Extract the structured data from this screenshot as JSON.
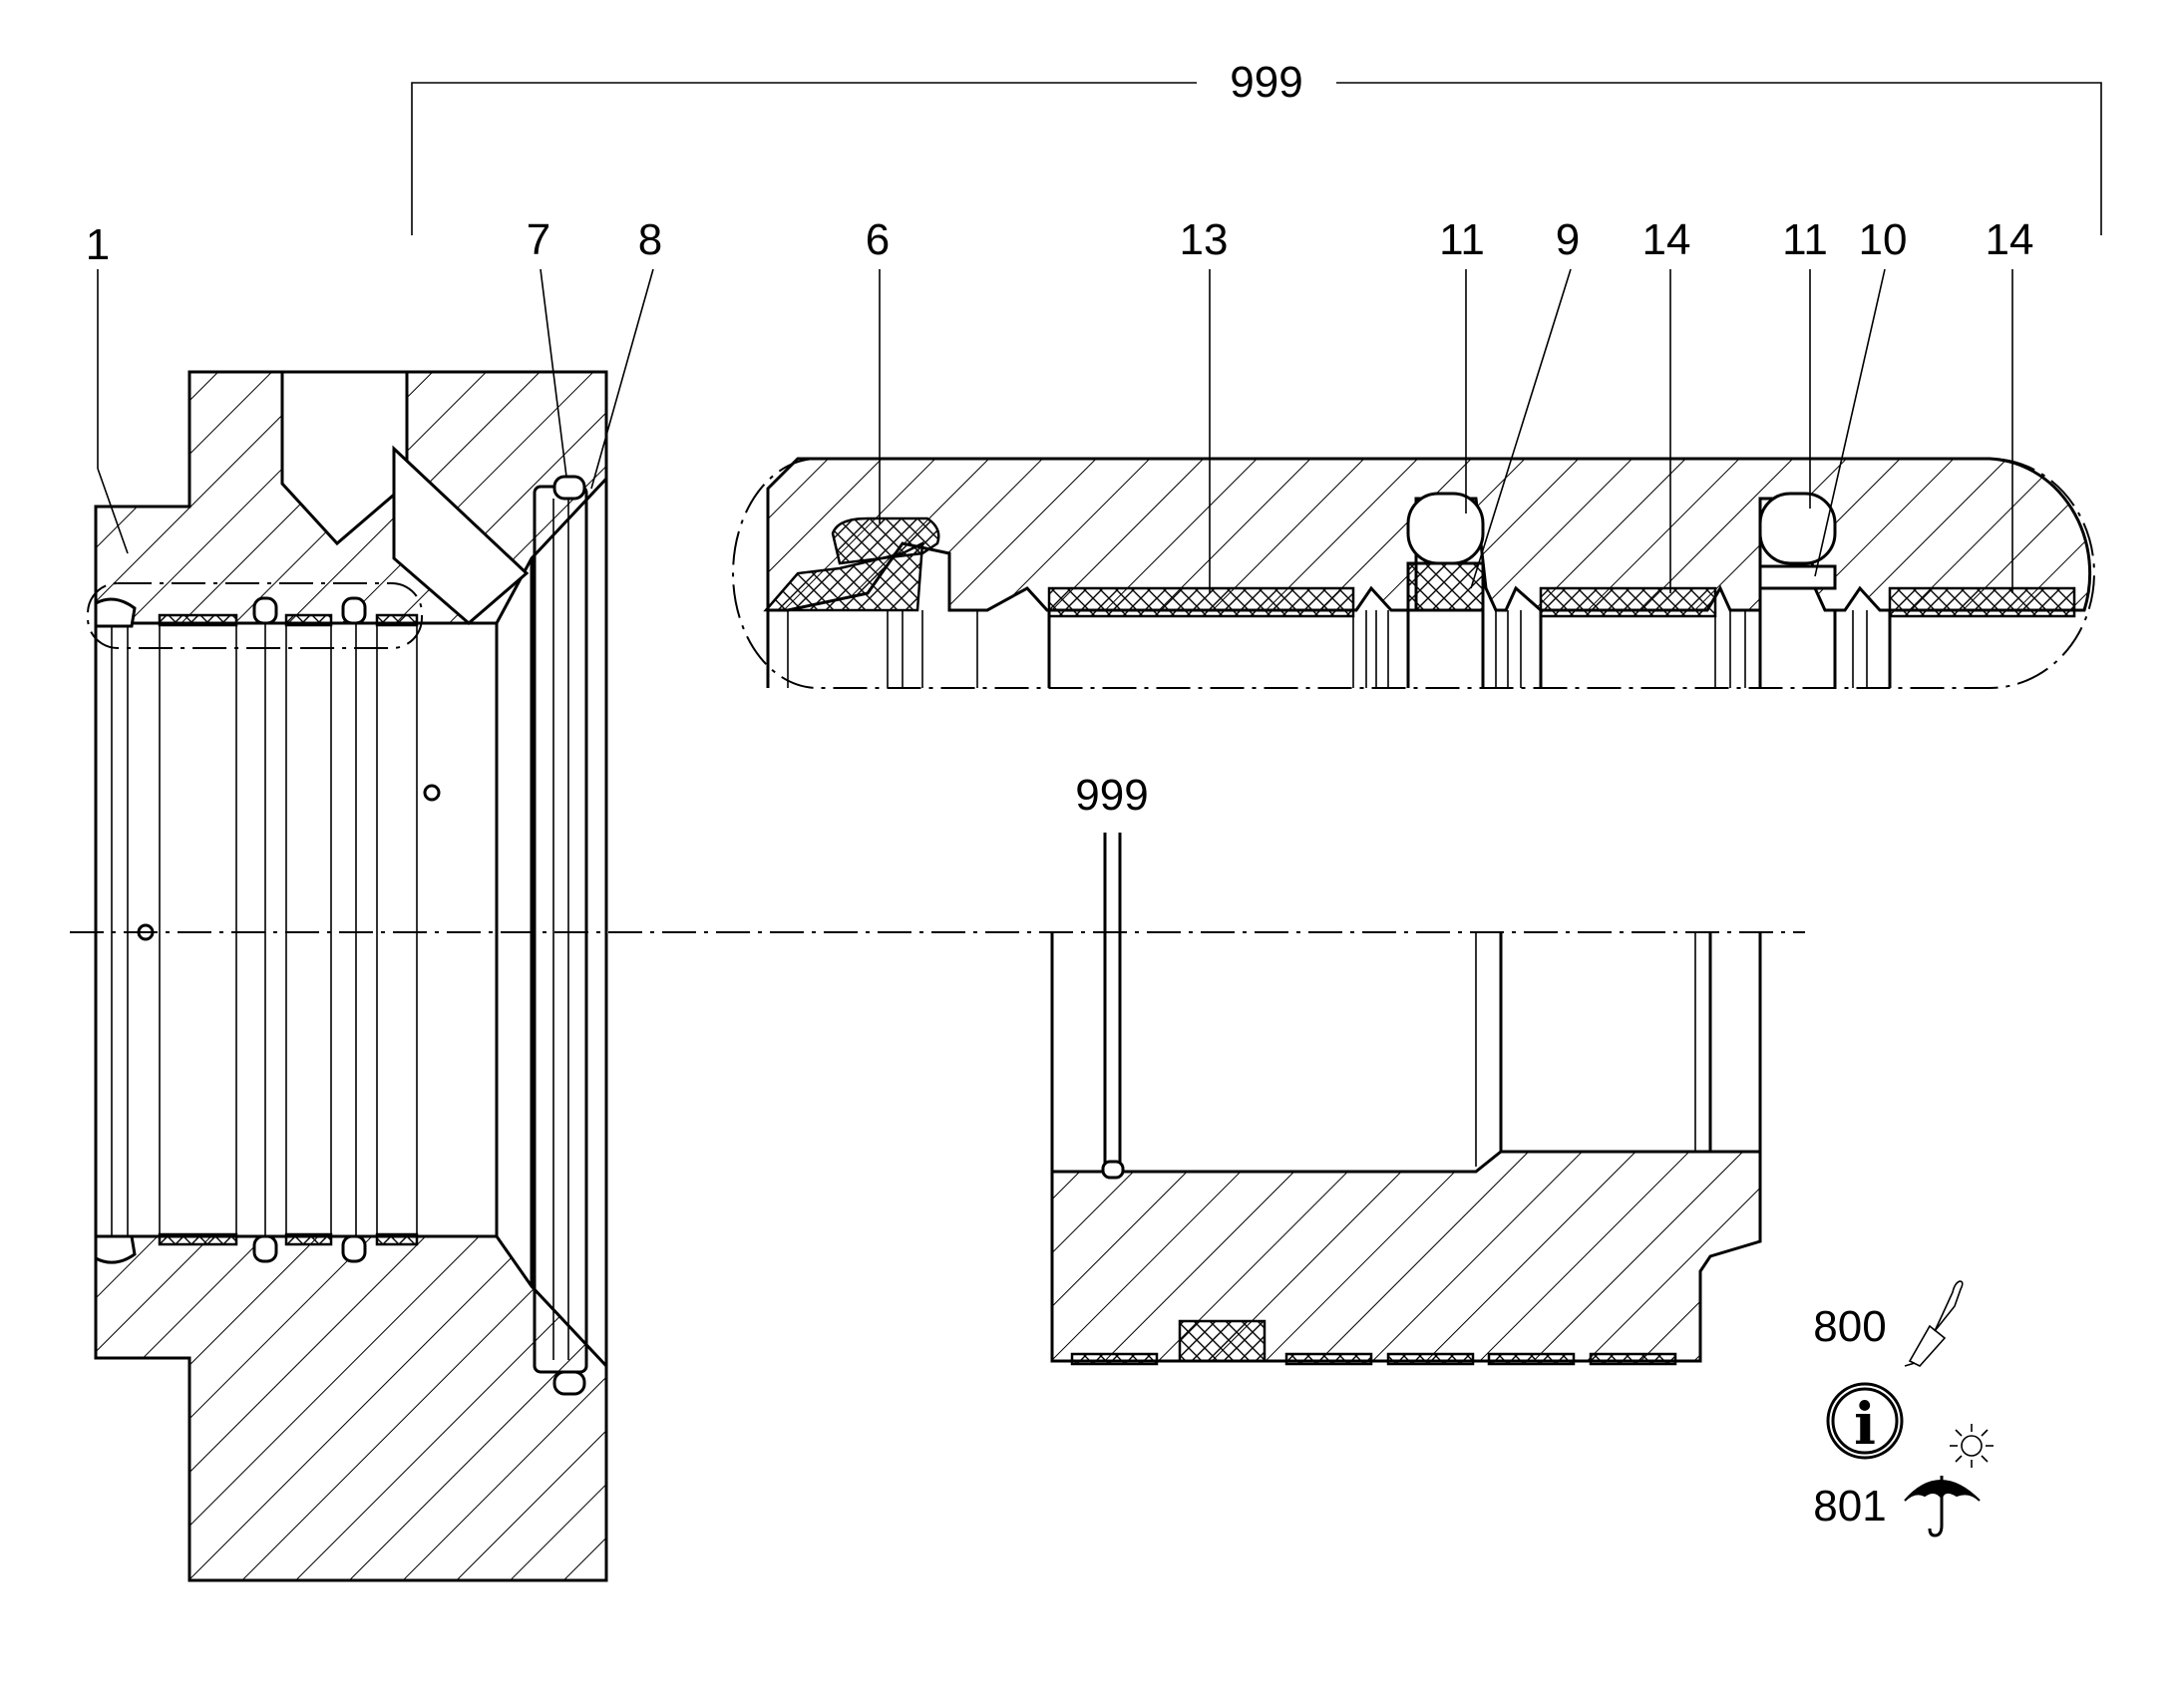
{
  "labels": {
    "top_999": "999",
    "p1": "1",
    "p7": "7",
    "p8": "8",
    "p6": "6",
    "p13": "13",
    "p11a": "11",
    "p9": "9",
    "p14a": "14",
    "p11b": "11",
    "p10": "10",
    "p14b": "14",
    "mid_999": "999"
  },
  "symbols": {
    "s800": "800",
    "s801": "801",
    "brush_icon": "paint-brush-icon",
    "info_icon": "info-circle-icon",
    "umbrella_icon": "umbrella-icon",
    "sun_icon": "sun-icon",
    "info_glyph": "i"
  },
  "colors": {
    "line": "#000000",
    "background": "#ffffff"
  }
}
